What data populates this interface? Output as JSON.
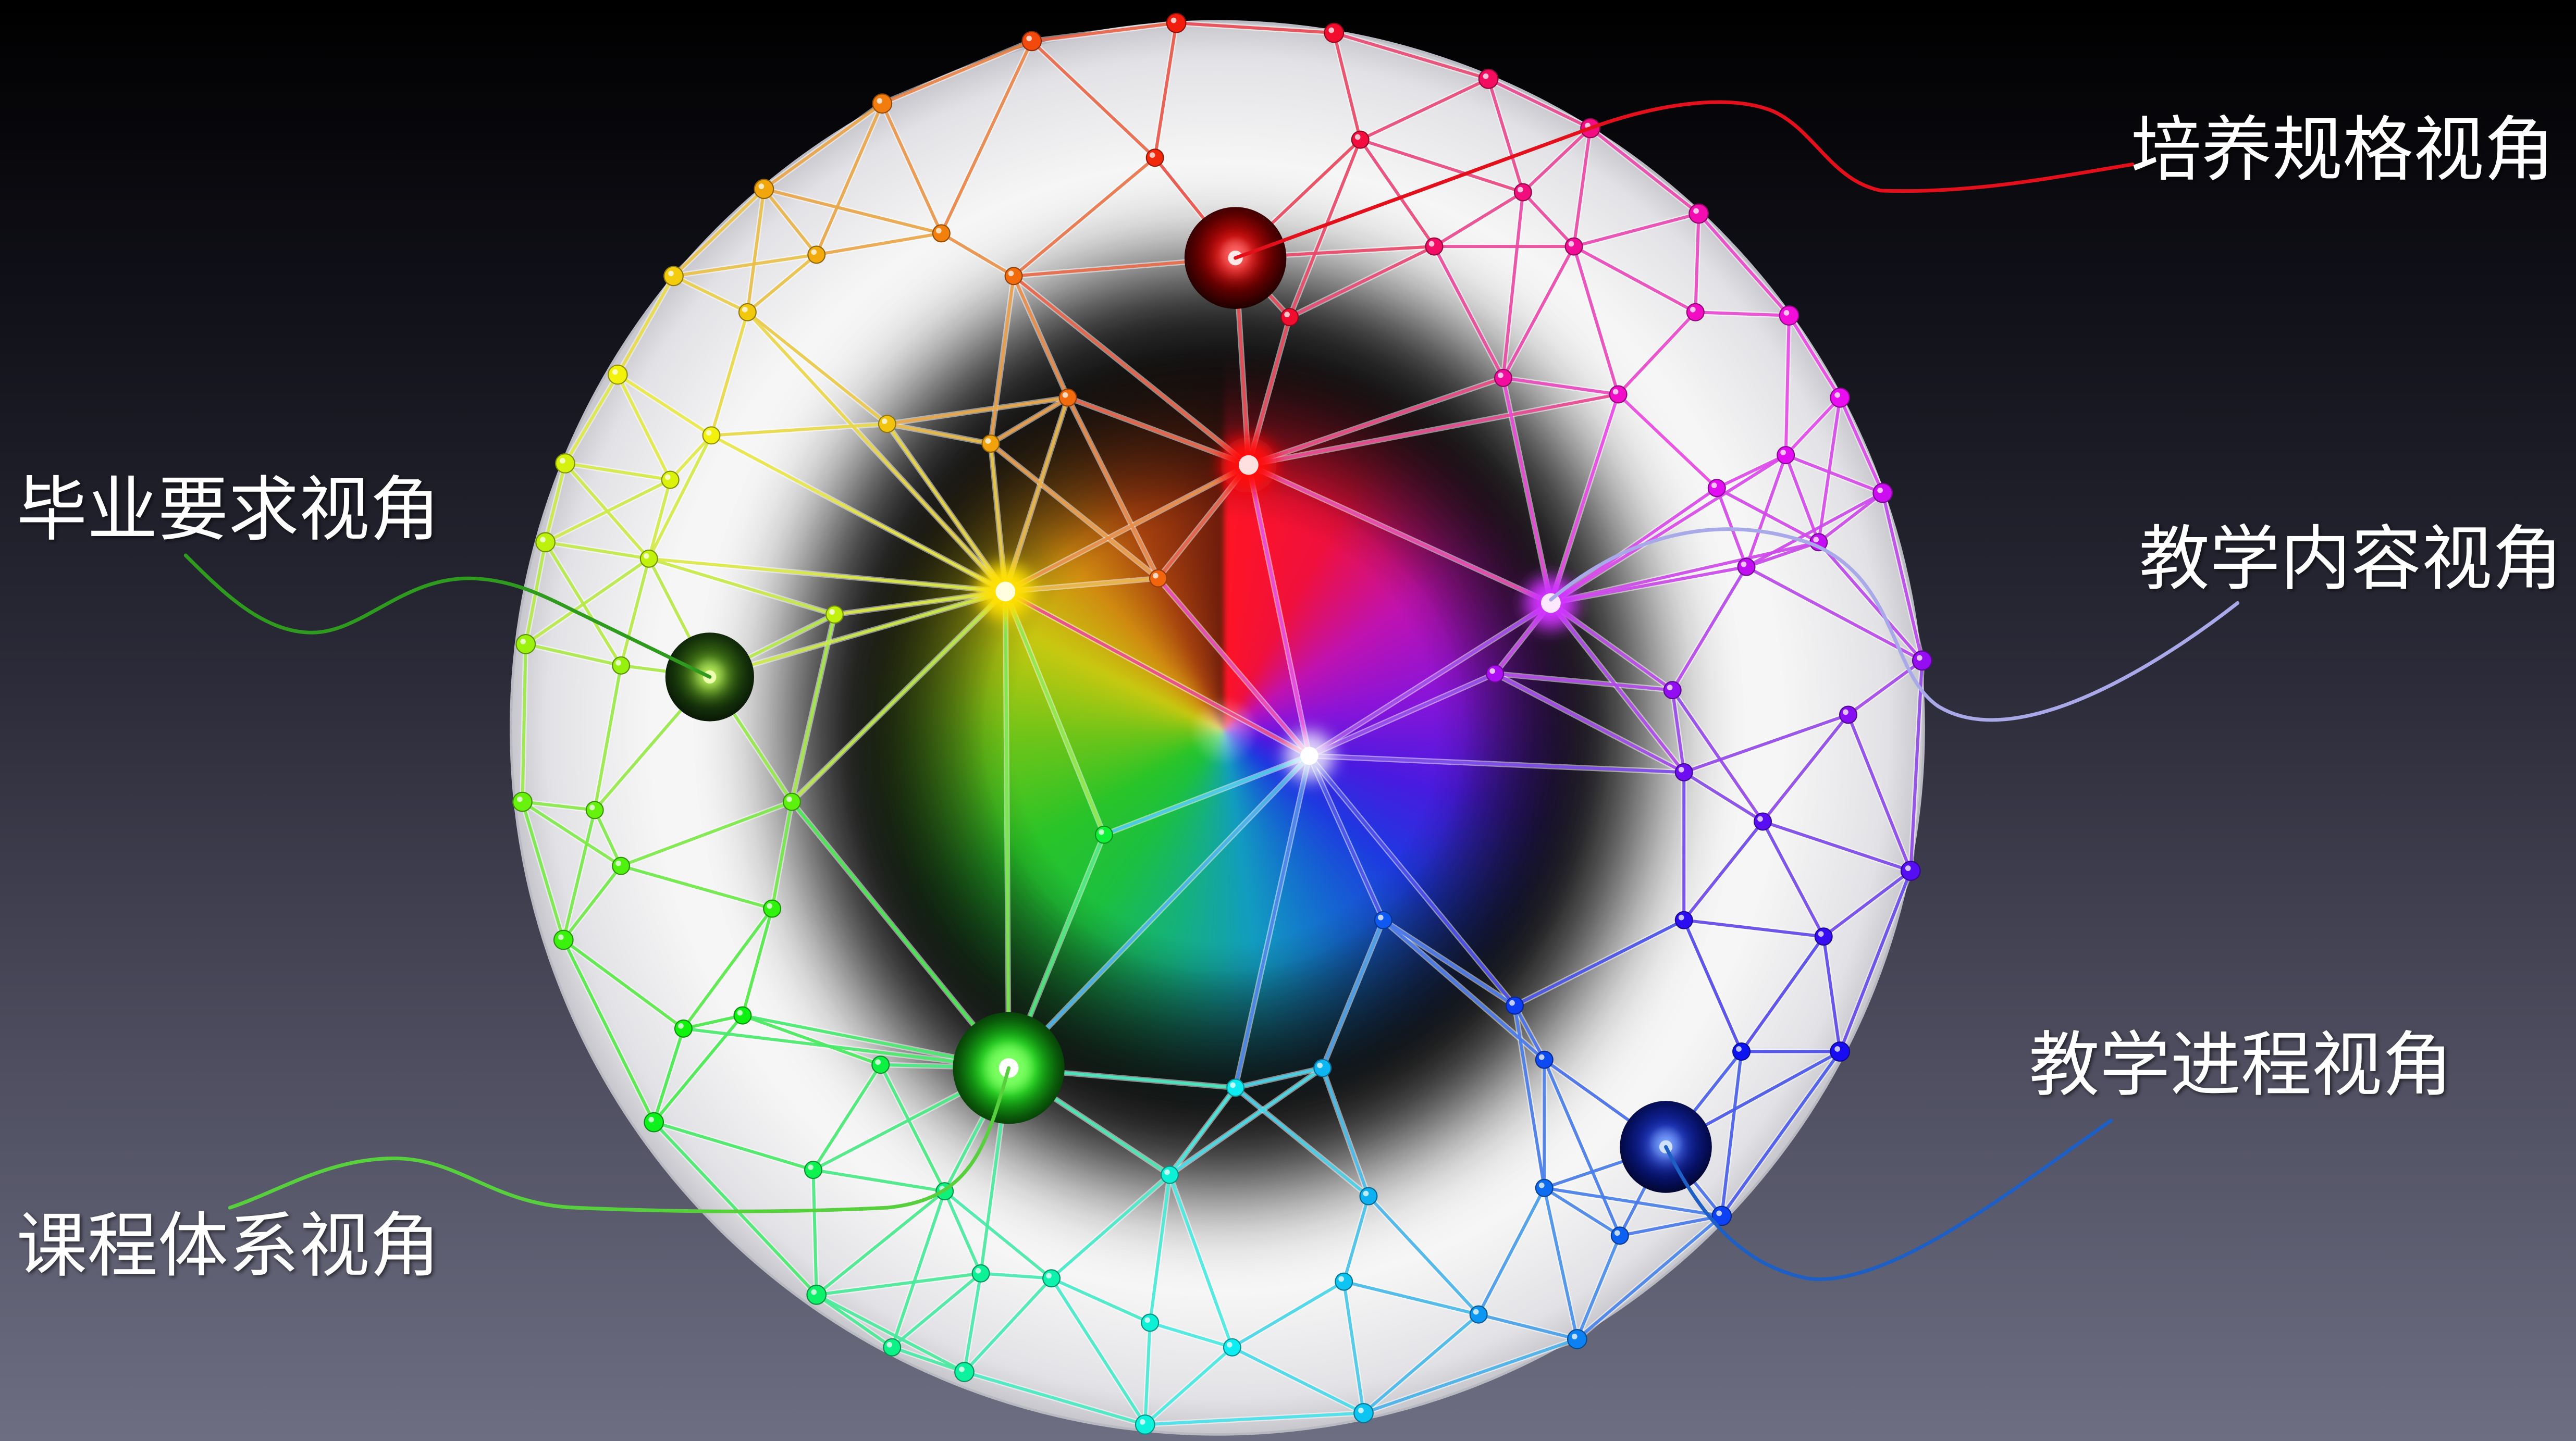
{
  "labels": {
    "training_spec": "培养规格视角",
    "graduation_requirements": "毕业要求视角",
    "teaching_content": "教学内容视角",
    "teaching_process": "教学进程视角",
    "curriculum_system": "课程体系视角"
  },
  "colors": {
    "background_top": "#000000",
    "background_bottom": "#6e6e82",
    "label_text": "#ffffff",
    "training_spec_line": "#e3101c",
    "graduation_requirements_line": "#2e9a1e",
    "teaching_content_line": "#a9a9ea",
    "teaching_process_line": "#1d5fc4",
    "curriculum_system_line": "#58d03e"
  }
}
